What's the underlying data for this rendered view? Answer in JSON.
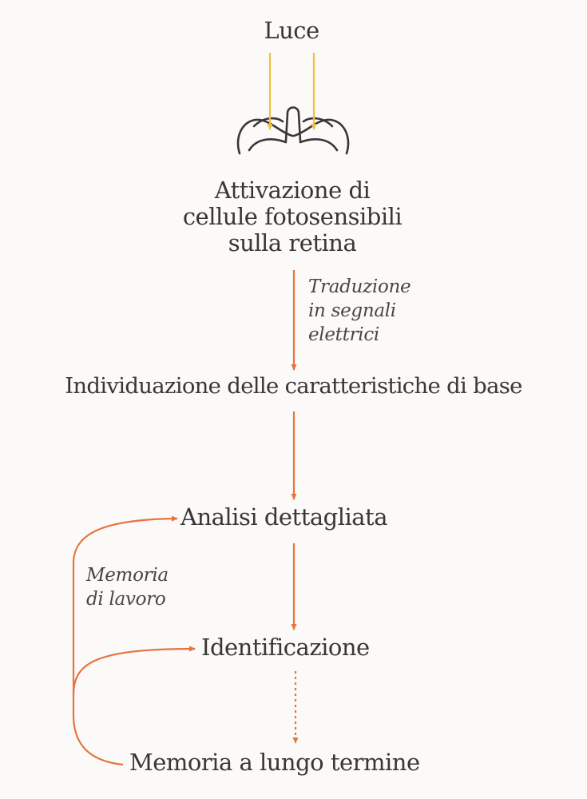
{
  "nodes": {
    "light": "Luce",
    "activation": [
      "Attivazione di",
      "cellule fotosensibili",
      "sulla retina"
    ],
    "feature_detection": "Individuazione delle caratteristiche di base",
    "detailed_analysis": "Analisi dettagliata",
    "identification": "Identificazione",
    "long_term_memory": "Memoria a lungo termine"
  },
  "edge_labels": {
    "transduction": [
      "Traduzione",
      "in segnali",
      "elettrici"
    ],
    "working_memory": [
      "Memoria",
      "di lavoro"
    ]
  },
  "colors": {
    "arrow": "#e8733f",
    "light_ray": "#f0c040",
    "text": "#3a3636",
    "background": "#fbfaf8"
  },
  "icons": {
    "eye": "eye-icon"
  }
}
